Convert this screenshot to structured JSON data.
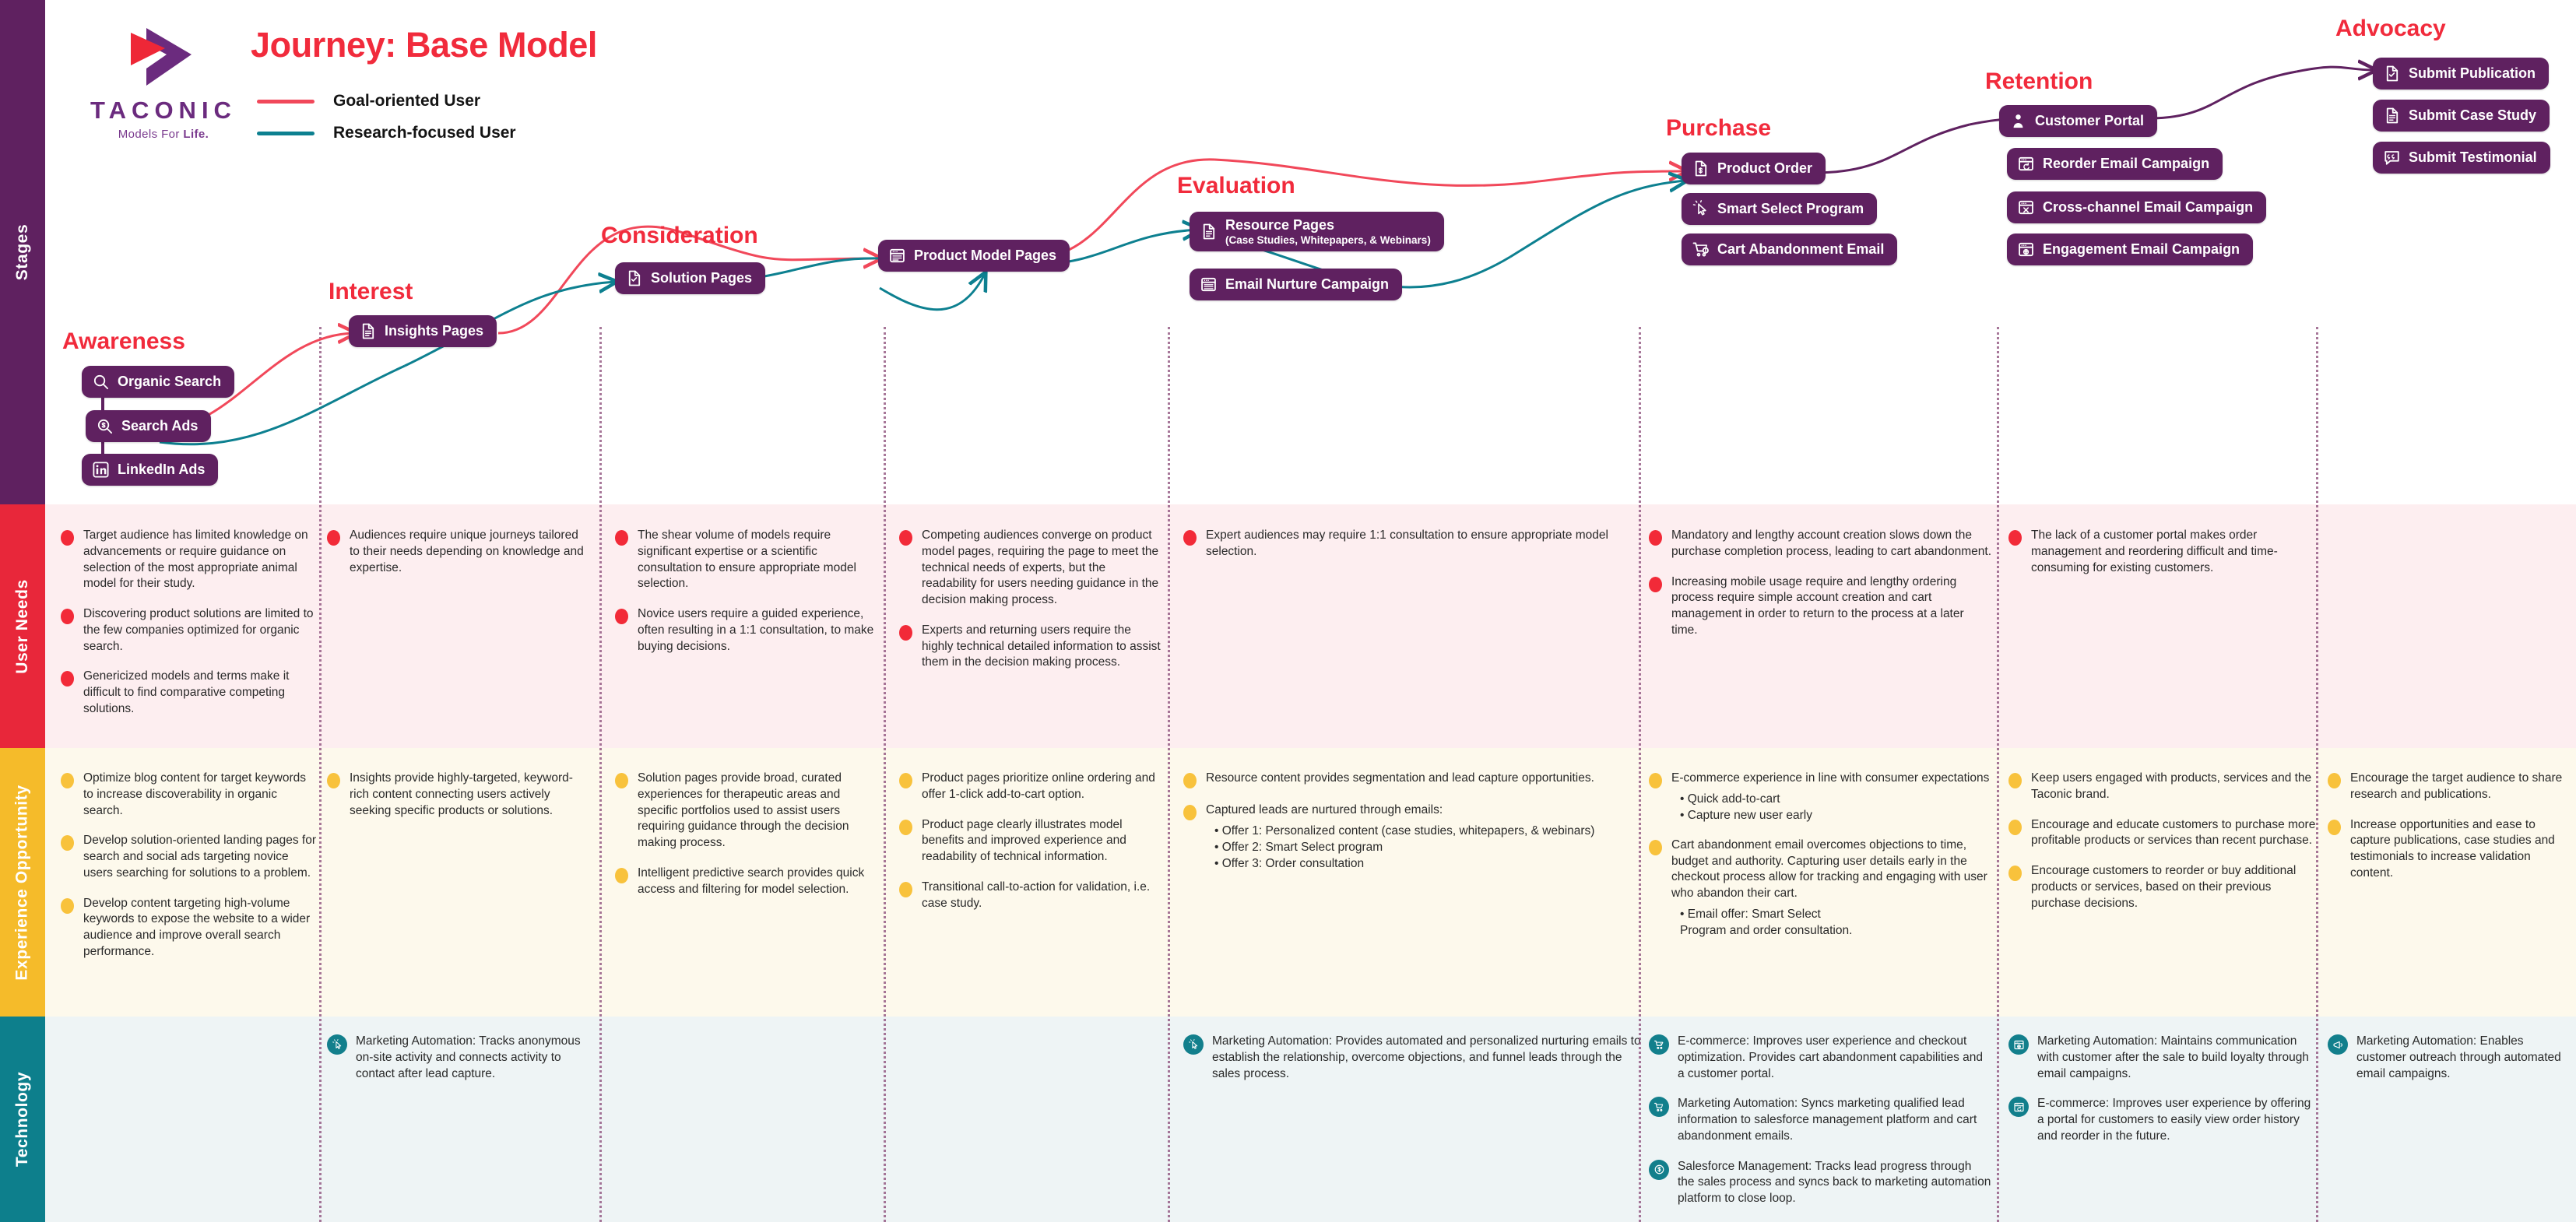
{
  "header": {
    "title": "Journey: Base Model",
    "logo": {
      "wordmark": "TACONIC",
      "tagline_normal": "Models For ",
      "tagline_bold": "Life."
    },
    "legend": [
      {
        "label": "Goal-oriented User",
        "color": "#f1485a",
        "icon": "line-swatch"
      },
      {
        "label": "Research-focused User",
        "color": "#0d8090",
        "icon": "line-swatch"
      }
    ]
  },
  "rail": {
    "stages": "Stages",
    "user_needs": "User Needs",
    "experience": "Experience Opportunity",
    "technology": "Technology"
  },
  "stages": [
    {
      "name": "Awareness",
      "nodes": [
        {
          "label": "Organic Search",
          "icon": "magnifier-icon"
        },
        {
          "label": "Search Ads",
          "icon": "magnifier-dollar-icon"
        },
        {
          "label": "LinkedIn Ads",
          "icon": "linkedin-icon"
        }
      ]
    },
    {
      "name": "Interest",
      "nodes": [
        {
          "label": "Insights Pages",
          "icon": "document-lines-icon"
        }
      ]
    },
    {
      "name": "Consideration",
      "nodes": [
        {
          "label": "Solution Pages",
          "icon": "document-check-icon"
        }
      ]
    },
    {
      "name": "Evaluation",
      "nodes": [
        {
          "label": "Product Model Pages",
          "icon": "browser-window-icon"
        },
        {
          "label": "Resource Pages",
          "sublabel": "(Case Studies, Whitepapers, & Webinars)",
          "icon": "document-lines-icon"
        },
        {
          "label": "Email Nurture Campaign",
          "icon": "email-window-icon"
        }
      ]
    },
    {
      "name": "Purchase",
      "nodes": [
        {
          "label": "Product Order",
          "icon": "invoice-dollar-icon"
        },
        {
          "label": "Smart Select Program",
          "icon": "cursor-click-icon"
        },
        {
          "label": "Cart Abandonment Email",
          "icon": "cart-alert-icon"
        }
      ]
    },
    {
      "name": "Retention",
      "nodes": [
        {
          "label": "Customer Portal",
          "icon": "user-icon"
        },
        {
          "label": "Reorder Email Campaign",
          "icon": "email-reorder-icon"
        },
        {
          "label": "Cross-channel Email Campaign",
          "icon": "email-cross-icon"
        },
        {
          "label": "Engagement Email Campaign",
          "icon": "email-engage-icon"
        }
      ]
    },
    {
      "name": "Advocacy",
      "nodes": [
        {
          "label": "Submit Publication",
          "icon": "document-check-icon"
        },
        {
          "label": "Submit Case Study",
          "icon": "document-lines-icon"
        },
        {
          "label": "Submit Testimonial",
          "icon": "quote-bubble-icon"
        }
      ]
    }
  ],
  "user_needs": [
    {
      "items": [
        "Target audience has limited knowledge on advancements or require guidance on selection of the most appropriate animal model for their study.",
        "Discovering product solutions are limited to the few companies optimized for organic search.",
        "Genericized models and terms make it difficult to find comparative competing solutions."
      ]
    },
    {
      "items": [
        "Audiences require unique journeys tailored to their needs depending on knowledge and expertise."
      ]
    },
    {
      "items": [
        "The shear volume of models require significant expertise or a scientific consultation to ensure appropriate model selection.",
        "Novice users require a guided experience, often resulting in a 1:1 consultation, to make buying decisions."
      ]
    },
    {
      "items": [
        "Competing audiences converge on product model pages, requiring the page to meet the technical needs of experts, but the readability for users needing guidance in the decision making process.",
        "Experts and returning users require the highly technical detailed information to assist them in the decision making process."
      ]
    },
    {
      "items": [
        "Expert audiences may require 1:1 consultation to ensure appropriate model selection."
      ]
    },
    {
      "items": [
        "Mandatory and lengthy account creation slows down the purchase completion process, leading to cart abandonment.",
        "Increasing mobile usage require and lengthy ordering process require simple account creation and cart management in order to return to the process at a later time."
      ]
    },
    {
      "items": [
        "The lack of a customer portal makes order management and reordering difficult and time-consuming for existing customers."
      ]
    },
    {
      "items": []
    }
  ],
  "experience_opportunity": [
    {
      "items": [
        {
          "text": "Optimize blog content for target keywords to increase discoverability in organic search."
        },
        {
          "text": "Develop solution-oriented landing pages for search and social ads targeting novice users searching for solutions to a problem."
        },
        {
          "text": "Develop content targeting high-volume keywords to expose the website to a wider audience and improve overall search performance."
        }
      ]
    },
    {
      "items": [
        {
          "text": "Insights provide highly-targeted, keyword-rich content connecting users actively seeking specific products or solutions."
        }
      ]
    },
    {
      "items": [
        {
          "text": "Solution pages provide broad, curated experiences for therapeutic areas and specific portfolios used to assist users requiring guidance through the decision making process."
        },
        {
          "text": "Intelligent predictive search provides quick access and filtering for model selection."
        }
      ]
    },
    {
      "items": [
        {
          "text": "Product pages prioritize online ordering and offer 1-click add-to-cart option."
        },
        {
          "text": "Product page clearly illustrates model benefits and improved experience and readability of technical information."
        },
        {
          "text": "Transitional call-to-action for validation, i.e. case study."
        }
      ]
    },
    {
      "items": [
        {
          "text": "Resource content provides segmentation and lead capture opportunities."
        },
        {
          "text": "Captured leads are nurtured through emails:",
          "sub": [
            "• Offer 1: Personalized content (case studies, whitepapers, & webinars)",
            "• Offer 2: Smart Select program",
            "• Offer 3: Order consultation"
          ]
        }
      ]
    },
    {
      "items": [
        {
          "text": "E-commerce experience in line with consumer expectations",
          "sub": [
            "• Quick add-to-cart",
            "• Capture new user early"
          ]
        },
        {
          "text": "Cart abandonment email overcomes objections to time, budget and authority. Capturing user details early in the checkout process allow for tracking and engaging with user who abandon their cart.",
          "sub": [
            "• Email offer: Smart Select",
            "  Program and order consultation."
          ]
        }
      ]
    },
    {
      "items": [
        {
          "text": "Keep users engaged with products, services and the Taconic brand."
        },
        {
          "text": "Encourage and educate customers to purchase more profitable products or services than recent purchase."
        },
        {
          "text": "Encourage customers to reorder or buy additional products or services, based on their previous purchase decisions."
        }
      ]
    },
    {
      "items": [
        {
          "text": "Encourage the target audience to share research and publications."
        },
        {
          "text": "Increase opportunities and ease to capture publications, case studies and testimonials to increase validation content."
        }
      ]
    }
  ],
  "technology": [
    {
      "items": []
    },
    {
      "items": [
        {
          "icon": "cursor-click-icon",
          "text": "Marketing Automation: Tracks anonymous on-site activity and connects activity to contact after lead capture."
        }
      ]
    },
    {
      "items": []
    },
    {
      "items": []
    },
    {
      "items": [
        {
          "icon": "cursor-click-icon",
          "text": "Marketing Automation: Provides automated and personalized nurturing emails to establish the relationship, overcome objections, and funnel leads through the sales process."
        }
      ]
    },
    {
      "items": [
        {
          "icon": "cart-check-icon",
          "text": "E-commerce: Improves user experience and checkout optimization. Provides cart abandonment capabilities and a customer portal."
        },
        {
          "icon": "cart-icon",
          "text": "Marketing Automation: Syncs marketing qualified lead information to salesforce management platform and cart abandonment emails."
        },
        {
          "icon": "dollar-badge-icon",
          "text": "Salesforce Management: Tracks lead progress through the sales process and syncs back to marketing automation platform to close loop."
        }
      ]
    },
    {
      "items": [
        {
          "icon": "email-engage-icon",
          "text": "Marketing Automation: Maintains communication with customer after the sale to build loyalty through email campaigns."
        },
        {
          "icon": "email-reorder-icon",
          "text": "E-commerce: Improves user experience by offering a portal for customers to easily view order history and reorder in the future."
        }
      ]
    },
    {
      "items": [
        {
          "icon": "megaphone-icon",
          "text": "Marketing Automation: Enables customer outreach through automated email campaigns."
        }
      ]
    }
  ],
  "colors": {
    "purple": "#5f2160",
    "red": "#f12b3c",
    "yellow": "#f5bb2a",
    "teal": "#0d7f8c",
    "goal_line": "#f1485a",
    "research_line": "#0d8090"
  }
}
